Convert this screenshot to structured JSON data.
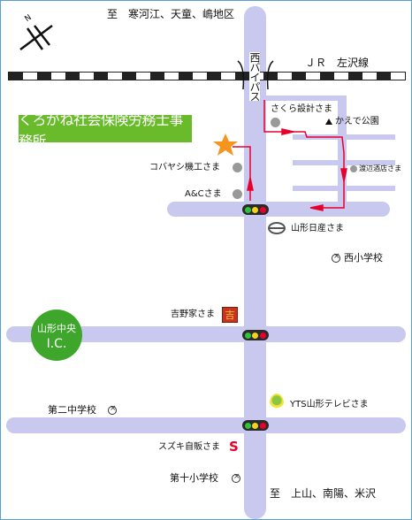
{
  "north_label": "N",
  "directions": {
    "top": "至　寒河江、天童、嶋地区",
    "bottom": "至　上山、南陽、米沢"
  },
  "roads": {
    "bypass": "西バイパス",
    "railway": "ＪＲ　左沢線"
  },
  "title": "くろがね社会保険労務士事務所",
  "interchange": {
    "line1": "山形中央",
    "line2": "I.C."
  },
  "landmarks": {
    "sakura": "さくら設計さま",
    "kaede": "かえで公園",
    "kobayashi": "コバヤシ機工さま",
    "watanabe": "渡辺酒店さま",
    "ac": "A&Cさま",
    "nissan": "山形日産さま",
    "nishi_school": "西小学校",
    "yoshinoya": "吉野家さま",
    "yoshinoya_logo": "吉",
    "yts": "YTS山形テレビさま",
    "daini_school": "第二中学校",
    "suzuki": "スズキ自販さま",
    "daiju_school": "第十小学校"
  },
  "colors": {
    "road": "#c9c9f0",
    "route": "#e8002d",
    "title_bg": "#6abb2c",
    "ic_bg": "#3fa62c",
    "star": "#f7941d",
    "border": "#5aa0cc"
  }
}
